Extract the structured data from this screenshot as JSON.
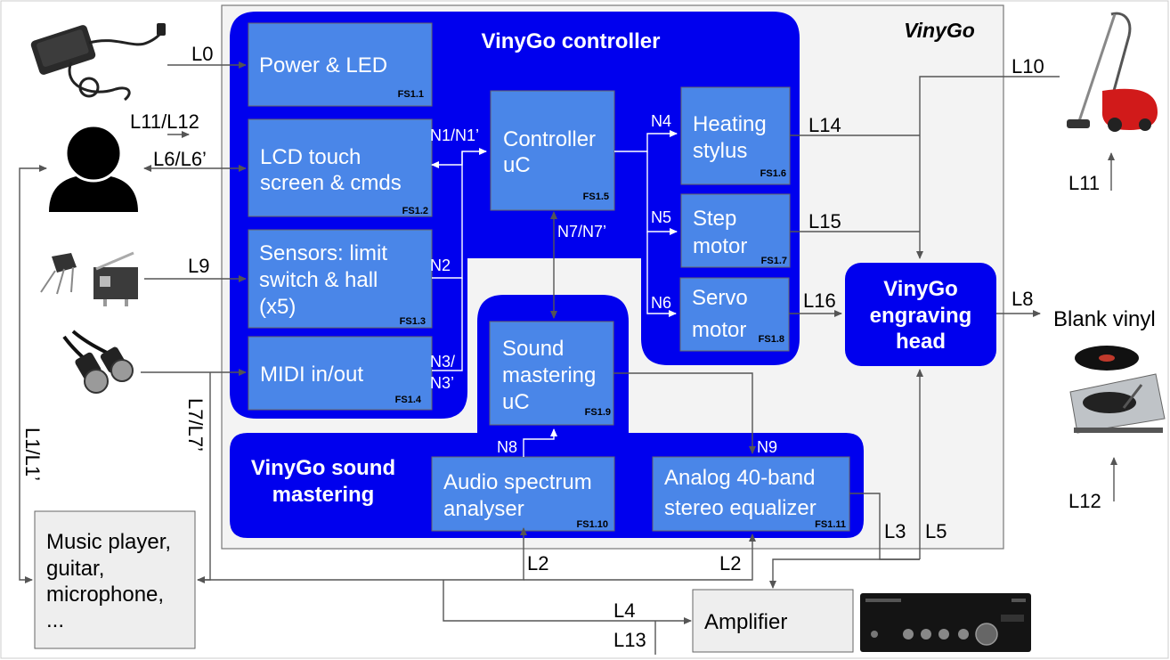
{
  "outer_title": "VinyGo",
  "groups": {
    "controller_title": "VinyGo controller",
    "sound_title_1": "VinyGo sound",
    "sound_title_2": "mastering"
  },
  "blocks": {
    "power": {
      "lines": [
        "Power & LED"
      ],
      "tag": "FS1.1"
    },
    "lcd": {
      "lines": [
        "LCD touch",
        "screen & cmds"
      ],
      "tag": "FS1.2"
    },
    "sensors": {
      "lines": [
        "Sensors: limit",
        "switch & hall",
        "(x5)"
      ],
      "tag": "FS1.3"
    },
    "midi": {
      "lines": [
        "MIDI in/out"
      ],
      "tag": "FS1.4"
    },
    "controller": {
      "lines": [
        "Controller",
        "uC"
      ],
      "tag": "FS1.5"
    },
    "heating": {
      "lines": [
        "Heating",
        "stylus"
      ],
      "tag": "FS1.6"
    },
    "step": {
      "lines": [
        "Step",
        "motor"
      ],
      "tag": "FS1.7"
    },
    "servo": {
      "lines": [
        "Servo",
        "motor"
      ],
      "tag": "FS1.8"
    },
    "sound": {
      "lines": [
        "Sound",
        "mastering",
        "uC"
      ],
      "tag": "FS1.9"
    },
    "spectrum": {
      "lines": [
        "Audio spectrum",
        "analyser"
      ],
      "tag": "FS1.10"
    },
    "equalizer": {
      "lines": [
        "Analog 40-band",
        "stereo equalizer"
      ],
      "tag": "FS1.11"
    }
  },
  "head": {
    "lines": [
      "VinyGo",
      "engraving",
      "head"
    ]
  },
  "externals": {
    "music": [
      "Music player,",
      "guitar,",
      "microphone,",
      "..."
    ],
    "amplifier": "Amplifier",
    "blank_vinyl": "Blank vinyl"
  },
  "links": {
    "L0": "L0",
    "L11_L12": "L11/L12",
    "L6_L6p": "L6/L6’",
    "L9": "L9",
    "L1_L1p": "L1/L1’",
    "L7_L7p": "L7/L7’",
    "L10": "L10",
    "L11": "L11",
    "L12": "L12",
    "L14": "L14",
    "L15": "L15",
    "L16": "L16",
    "L8": "L8",
    "L2a": "L2",
    "L2b": "L2",
    "L3": "L3",
    "L5": "L5",
    "L4": "L4",
    "L13": "L13"
  },
  "nodes": {
    "N1": "N1/N1’",
    "N2": "N2",
    "N3a": "N3/",
    "N3b": "N3’",
    "N4": "N4",
    "N5": "N5",
    "N6": "N6",
    "N7": "N7/N7’",
    "N8": "N8",
    "N9": "N9"
  },
  "icons": {
    "power_adapter": "power-adapter-icon",
    "user": "user-icon",
    "sensors": "sensor-components-icon",
    "midi": "midi-cable-icon",
    "vacuum": "vacuum-cleaner-icon",
    "turntable": "turntable-icon",
    "amplifier": "amplifier-icon"
  },
  "colors": {
    "group_blue": "#0000ee",
    "block_blue": "#4a86e8",
    "panel_gray": "#f3f3f3"
  }
}
